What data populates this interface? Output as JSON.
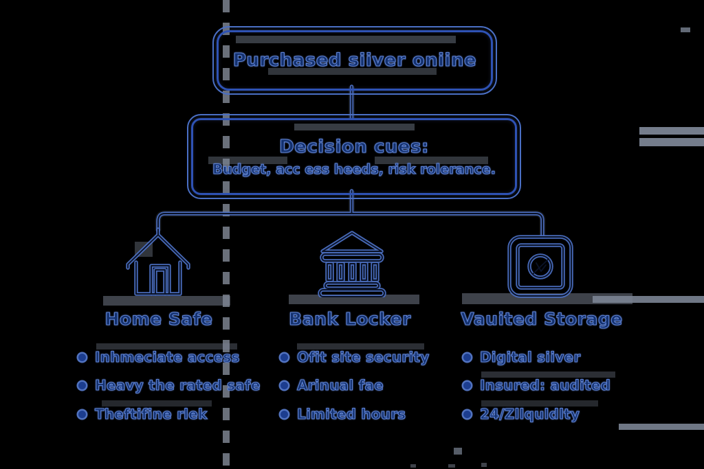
{
  "flowchart": {
    "root": {
      "label": "Purchased siiver oniine"
    },
    "decision": {
      "heading": "Decision cues:",
      "subtext": "Budget, acc ess heeds, risk rolerance."
    },
    "branches": [
      {
        "icon": "house-icon",
        "label": "Home Safe",
        "bullets": [
          "Inhmeciate access",
          "Heavy the rated safe",
          "Theftifine rlek"
        ]
      },
      {
        "icon": "bank-icon",
        "label": "Bank Locker",
        "bullets": [
          "Ofit site security",
          "Arinual fae",
          "Limited hours"
        ]
      },
      {
        "icon": "vault-icon",
        "label": "Vauited Storage",
        "bullets": [
          "Digital siiver",
          "Insured: audited",
          "24/Zllquldlty"
        ]
      }
    ]
  },
  "colors": {
    "background": "#000000",
    "line_blue": "#4e72c6",
    "line_core": "#0a1226",
    "text_fill": "#14316e",
    "text_outline": "#5d82d6",
    "artifact_gray": "#7b8494"
  }
}
